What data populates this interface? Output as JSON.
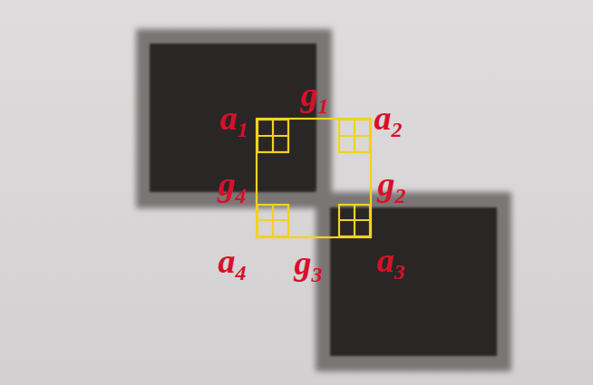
{
  "diagram": {
    "labels": [
      "a1",
      "g1",
      "a2",
      "g2",
      "a3",
      "g3",
      "a4",
      "g4"
    ]
  }
}
